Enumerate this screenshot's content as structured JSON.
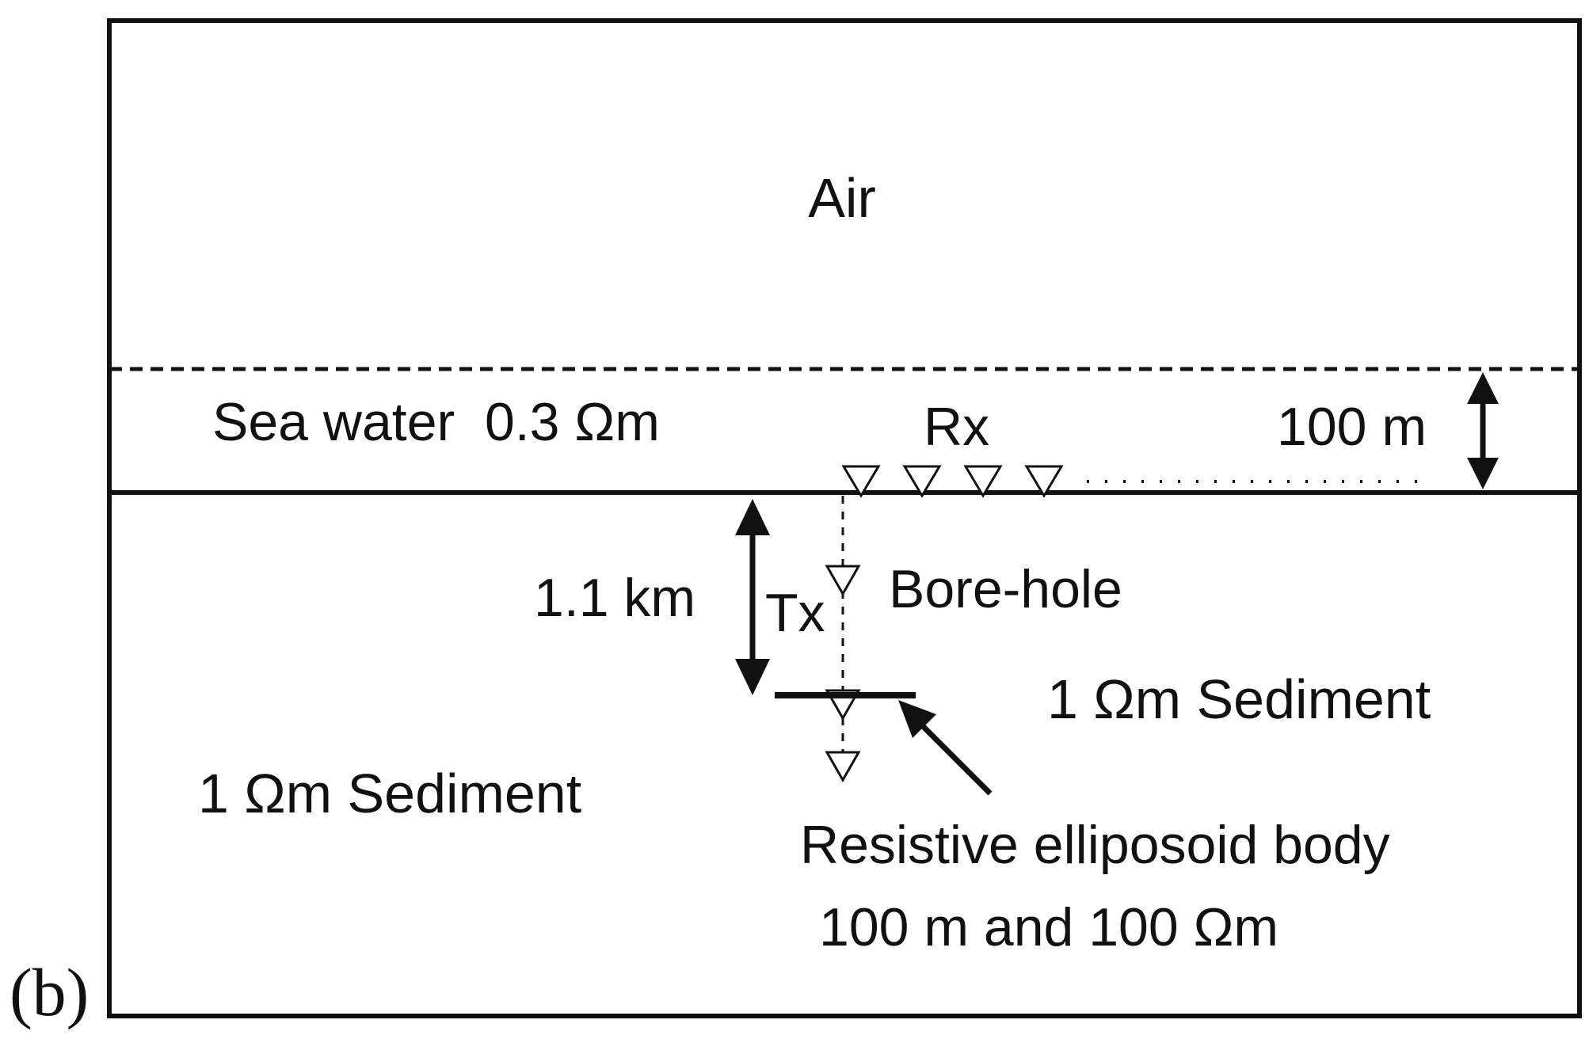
{
  "panel_label": "(b)",
  "layers": {
    "air": "Air",
    "sea_water": "Sea water  0.3 Ωm",
    "sediment_left": "1 Ωm Sediment",
    "sediment_right": "1 Ωm Sediment"
  },
  "dimensions": {
    "water_depth": "100 m",
    "tx_depth": "1.1 km"
  },
  "instruments": {
    "receivers": "Rx",
    "transmitter": "Tx",
    "borehole": "Bore-hole"
  },
  "target": {
    "line1": "Resistive elliposoid body",
    "line2": "100 m and 100 Ωm"
  },
  "colors": {
    "ink": "#111111",
    "background": "#ffffff"
  }
}
